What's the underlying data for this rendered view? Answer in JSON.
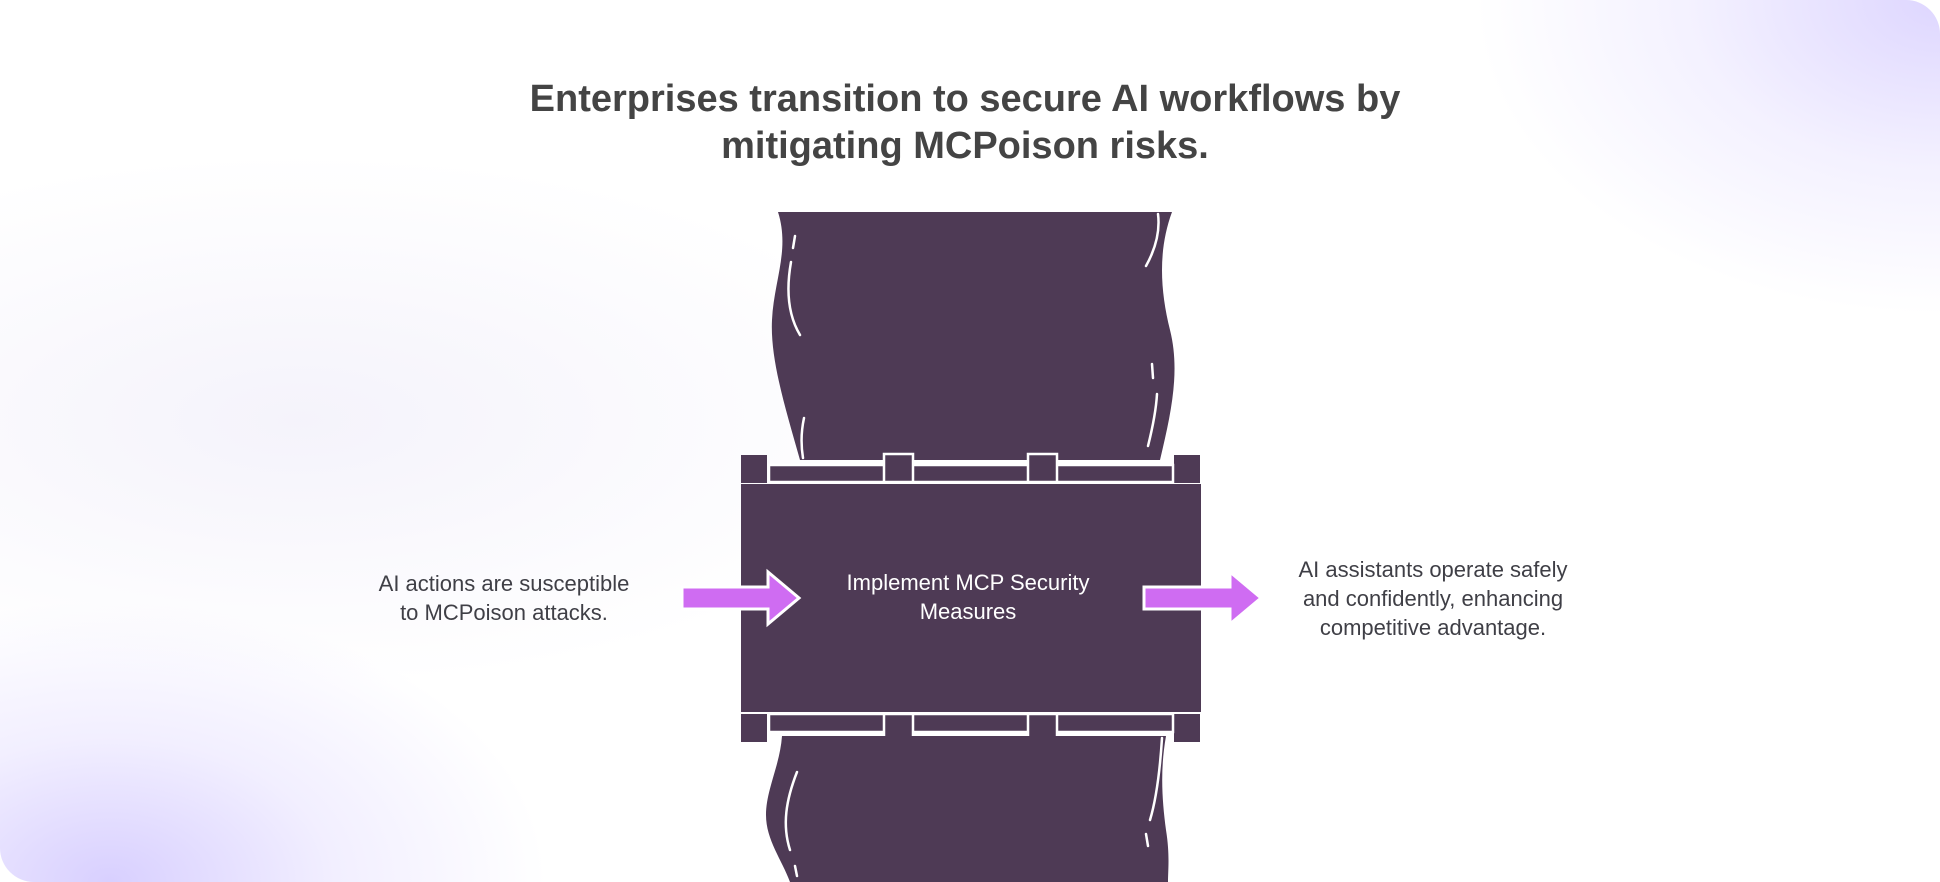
{
  "title": {
    "line1": "Enterprises transition to secure AI workflows by",
    "line2": "mitigating MCPoison risks."
  },
  "input": {
    "line1": "AI actions are susceptible",
    "line2": "to MCPoison attacks."
  },
  "process": {
    "line1": "Implement MCP Security",
    "line2": "Measures"
  },
  "output": {
    "line1": "AI assistants operate safely",
    "line2": "and confidently, enhancing",
    "line3": "competitive advantage."
  },
  "colors": {
    "pipe": "#4e3a55",
    "arrow": "#cf6cf2",
    "title": "#444444",
    "text": "#3f3f46"
  }
}
